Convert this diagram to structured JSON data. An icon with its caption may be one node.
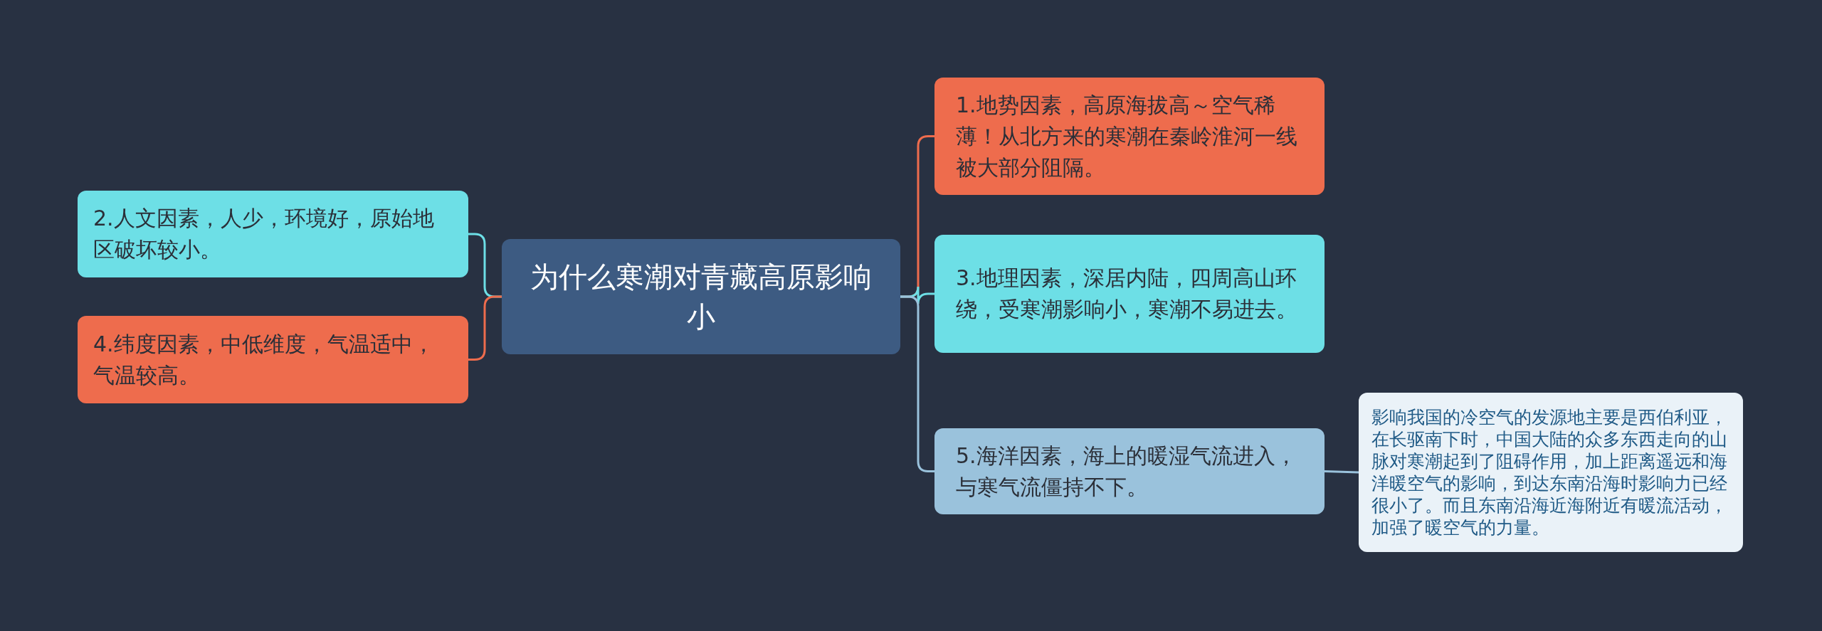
{
  "diagram": {
    "nodes": [
      {
        "text": [
          "为什么寒潮对青藏高原影响小"
        ]
      },
      {
        "text": [
          "1.地势因素，高原海拔高～空气稀薄！从北方来的寒潮在秦岭淮河一线被大部分阻隔。"
        ]
      },
      {
        "text": [
          "2.人文因素，人少，环境好，原始地区破坏较小。"
        ]
      },
      {
        "text": [
          "3.地理因素，深居内陆，四周高山环绕，受寒潮影响小，寒潮不易进去。"
        ]
      },
      {
        "text": [
          "4.纬度因素，中低维度，气温适中，气温较高。"
        ]
      },
      {
        "text": [
          "5.海洋因素，海上的暖湿气流进入，与寒气流僵持不下。"
        ]
      },
      {
        "text": [
          "影响我国的冷空气的发源地主要是西伯利亚，在长驱南下时，中国大陆的众多东西走向的山脉对寒潮起到了阻碍作用，加上距离遥远和海洋暖空气的影响，到达东南沿海时影响力已经很小了。而且东南沿海近海附近有暖流活动，加强了暖空气的力量。"
        ]
      }
    ],
    "edges": [
      {
        "from": 0,
        "to": 1,
        "arrow": "none",
        "color": "#ee6c4d"
      },
      {
        "from": 0,
        "to": 2,
        "arrow": "none",
        "color": "#6ddfe6"
      },
      {
        "from": 0,
        "to": 3,
        "arrow": "none",
        "color": "#6ddfe6"
      },
      {
        "from": 0,
        "to": 4,
        "arrow": "none",
        "color": "#ee6c4d"
      },
      {
        "from": 0,
        "to": 5,
        "arrow": "none",
        "color": "#9ac2dc"
      },
      {
        "from": 5,
        "to": 6,
        "arrow": "none",
        "color": "#9ac2dc"
      }
    ]
  }
}
